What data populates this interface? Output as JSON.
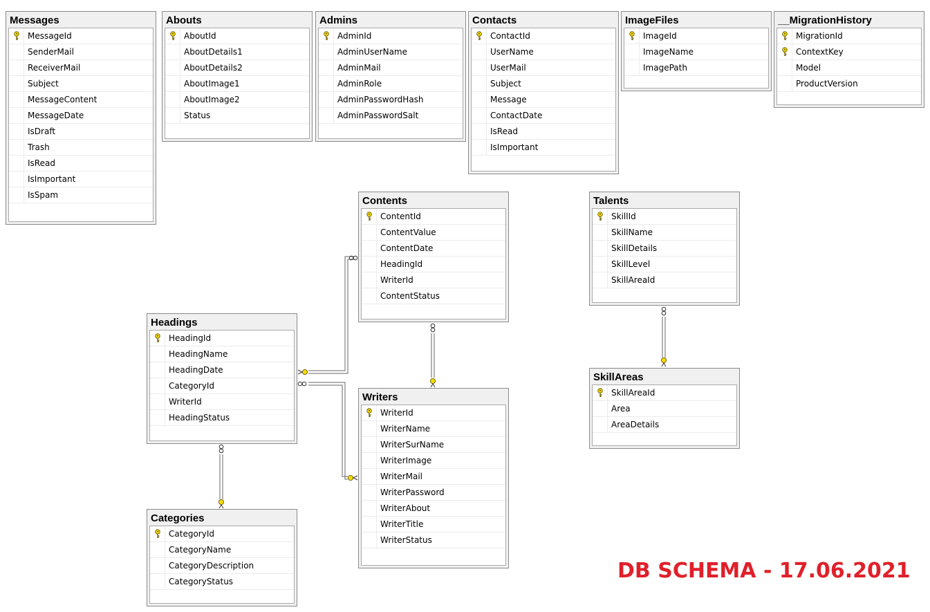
{
  "tables": {
    "messages": {
      "name": "Messages",
      "columns": [
        "MessageId",
        "SenderMail",
        "ReceiverMail",
        "Subject",
        "MessageContent",
        "MessageDate",
        "IsDraft",
        "Trash",
        "IsRead",
        "IsImportant",
        "IsSpam"
      ],
      "keys": [
        "MessageId"
      ]
    },
    "abouts": {
      "name": "Abouts",
      "columns": [
        "AboutId",
        "AboutDetails1",
        "AboutDetails2",
        "AboutImage1",
        "AboutImage2",
        "Status"
      ],
      "keys": [
        "AboutId"
      ]
    },
    "admins": {
      "name": "Admins",
      "columns": [
        "AdminId",
        "AdminUserName",
        "AdminMail",
        "AdminRole",
        "AdminPasswordHash",
        "AdminPasswordSalt"
      ],
      "keys": [
        "AdminId"
      ]
    },
    "contacts": {
      "name": "Contacts",
      "columns": [
        "ContactId",
        "UserName",
        "UserMail",
        "Subject",
        "Message",
        "ContactDate",
        "IsRead",
        "IsImportant"
      ],
      "keys": [
        "ContactId"
      ]
    },
    "imagefiles": {
      "name": "ImageFiles",
      "columns": [
        "ImageId",
        "ImageName",
        "ImagePath"
      ],
      "keys": [
        "ImageId"
      ]
    },
    "migrationhistory": {
      "name": "__MigrationHistory",
      "columns": [
        "MigrationId",
        "ContextKey",
        "Model",
        "ProductVersion"
      ],
      "keys": [
        "MigrationId",
        "ContextKey"
      ]
    },
    "contents": {
      "name": "Contents",
      "columns": [
        "ContentId",
        "ContentValue",
        "ContentDate",
        "HeadingId",
        "WriterId",
        "ContentStatus"
      ],
      "keys": [
        "ContentId"
      ]
    },
    "talents": {
      "name": "Talents",
      "columns": [
        "SkillId",
        "SkillName",
        "SkillDetails",
        "SkillLevel",
        "SkillAreaId"
      ],
      "keys": [
        "SkillId"
      ]
    },
    "headings": {
      "name": "Headings",
      "columns": [
        "HeadingId",
        "HeadingName",
        "HeadingDate",
        "CategoryId",
        "WriterId",
        "HeadingStatus"
      ],
      "keys": [
        "HeadingId"
      ]
    },
    "writers": {
      "name": "Writers",
      "columns": [
        "WriterId",
        "WriterName",
        "WriterSurName",
        "WriterImage",
        "WriterMail",
        "WriterPassword",
        "WriterAbout",
        "WriterTitle",
        "WriterStatus"
      ],
      "keys": [
        "WriterId"
      ]
    },
    "skillareas": {
      "name": "SkillAreas",
      "columns": [
        "SkillAreaId",
        "Area",
        "AreaDetails"
      ],
      "keys": [
        "SkillAreaId"
      ]
    },
    "categories": {
      "name": "Categories",
      "columns": [
        "CategoryId",
        "CategoryName",
        "CategoryDescription",
        "CategoryStatus"
      ],
      "keys": [
        "CategoryId"
      ]
    }
  },
  "stamp": "DB SCHEMA - 17.06.2021",
  "colors": {
    "stamp": "#e0202a",
    "key": "#f5d90a"
  },
  "icons": {
    "key": "primary-key-icon",
    "relation_one": "key-endpoint-icon",
    "relation_many": "infinity-endpoint-icon"
  }
}
